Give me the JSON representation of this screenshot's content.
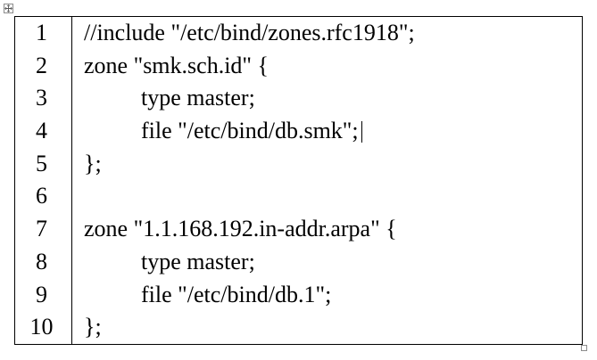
{
  "line_numbers": [
    "1",
    "2",
    "3",
    "4",
    "5",
    "6",
    "7",
    "8",
    "9",
    "10"
  ],
  "code_lines": [
    "//include \"/etc/bind/zones.rfc1918\";",
    "zone \"smk.sch.id\" {",
    "type master;",
    "file \"/etc/bind/db.smk\";",
    "};",
    "",
    "zone \"1.1.168.192.in-addr.arpa\" {",
    "type master;",
    "file \"/etc/bind/db.1\";",
    "};"
  ],
  "icons": {
    "move_handle": "table-move-handle-icon",
    "resize_handle": "table-resize-handle-icon"
  },
  "colors": {
    "text": "#000000",
    "border": "#000000",
    "handle_border": "#8c8c8c",
    "background": "#ffffff"
  }
}
